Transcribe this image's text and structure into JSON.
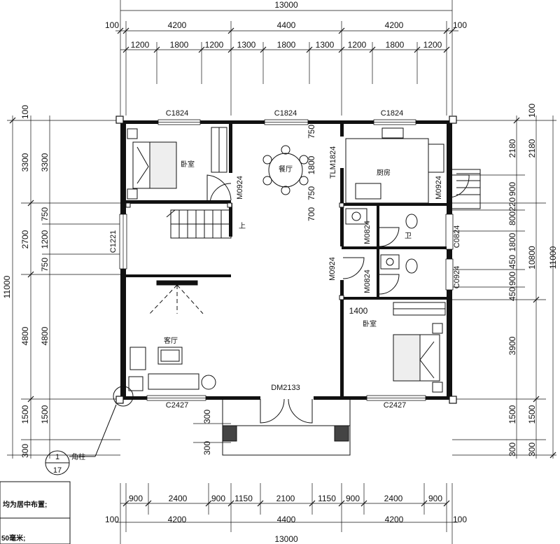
{
  "dimensions": {
    "top_total": "13000",
    "bottom_total": "13000",
    "top_row2": [
      "100",
      "4200",
      "4400",
      "4200",
      "100"
    ],
    "top_row3": [
      "1200",
      "1800",
      "1200",
      "1300",
      "1800",
      "1300",
      "1200",
      "1800",
      "1200"
    ],
    "bottom_row1": [
      "900",
      "2400",
      "900",
      "1150",
      "2100",
      "1150",
      "900",
      "2400",
      "900"
    ],
    "bottom_row2": [
      "100",
      "4200",
      "4400",
      "4200",
      "100"
    ],
    "left_total": "11000",
    "left_outer": [
      "100",
      "3300",
      "2700",
      "4800",
      "1500",
      "300"
    ],
    "left_inner": [
      "3300",
      "750",
      "1200",
      "750",
      "4800",
      "1500",
      "300"
    ],
    "right_total": "10800",
    "right_outer": [
      "100",
      "2180",
      "3900",
      "1500",
      "300"
    ],
    "right_inner": [
      "900",
      "220",
      "800",
      "1800",
      "450",
      "900",
      "450",
      "1500",
      "300"
    ],
    "misc": [
      "750",
      "1800",
      "700",
      "750",
      "1400",
      "300",
      "300"
    ]
  },
  "windows": {
    "c1824_a": "C1824",
    "c1824_b": "C1824",
    "c1824_c": "C1824",
    "c1221": "C1221",
    "c2427_a": "C2427",
    "c2427_b": "C2427",
    "c0824": "C0824",
    "c0924": "C0924",
    "tlm1824": "TLM1824"
  },
  "doors": {
    "m0924_a": "M0924",
    "m0924_b": "M0924",
    "m0924_c": "M0924",
    "m0824_a": "M0824",
    "m0824_b": "M0824",
    "dm2133": "DM2133"
  },
  "rooms": {
    "bedroom_left": "卧室",
    "dining": "餐厅",
    "kitchen": "厨房",
    "bath": "卫",
    "living": "客厅",
    "bedroom_right": "卧室",
    "stair_up": "上"
  },
  "callout": {
    "number": "1",
    "sheet": "17",
    "label": "角柱"
  },
  "notes": {
    "line1": "均为居中布置;",
    "line2": "50毫米;"
  }
}
